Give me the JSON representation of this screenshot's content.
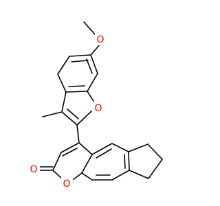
{
  "molecule": {
    "atoms": {
      "o_methoxy": "O",
      "o_furan": "O",
      "o_ring": "O",
      "o_carbonyl": "O"
    },
    "heteroatom_color": "#ff0000",
    "bond_color": "#000000"
  }
}
